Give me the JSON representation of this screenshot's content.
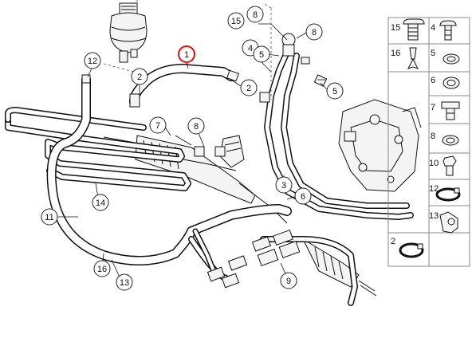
{
  "diagram": {
    "callouts": [
      {
        "id": "c1",
        "label": "1",
        "highlight": true
      },
      {
        "id": "c2a",
        "label": "2",
        "highlight": false
      },
      {
        "id": "c2b",
        "label": "2",
        "highlight": false
      },
      {
        "id": "c3",
        "label": "3",
        "highlight": false
      },
      {
        "id": "c4",
        "label": "4",
        "highlight": false
      },
      {
        "id": "c5a",
        "label": "5",
        "highlight": false
      },
      {
        "id": "c5b",
        "label": "5",
        "highlight": false
      },
      {
        "id": "c6",
        "label": "6",
        "highlight": false
      },
      {
        "id": "c7",
        "label": "7",
        "highlight": false
      },
      {
        "id": "c8a",
        "label": "8",
        "highlight": false
      },
      {
        "id": "c8b",
        "label": "8",
        "highlight": false
      },
      {
        "id": "c8c",
        "label": "8",
        "highlight": false
      },
      {
        "id": "c9",
        "label": "9",
        "highlight": false
      },
      {
        "id": "c11",
        "label": "11",
        "highlight": false
      },
      {
        "id": "c12",
        "label": "12",
        "highlight": false
      },
      {
        "id": "c13",
        "label": "13",
        "highlight": false
      },
      {
        "id": "c14",
        "label": "14",
        "highlight": false
      },
      {
        "id": "c15",
        "label": "15",
        "highlight": false
      },
      {
        "id": "c16",
        "label": "16",
        "highlight": false
      }
    ],
    "highlight_color": "#e01010"
  },
  "legend": {
    "cells": [
      {
        "label": "15",
        "icon": "bolt-with-washer-icon"
      },
      {
        "label": "4",
        "icon": "bolt-icon"
      },
      {
        "label": "16",
        "icon": "hose-clip-icon"
      },
      {
        "label": "5",
        "icon": "sealing-ring-icon"
      },
      {
        "label": "6",
        "icon": "hollow-bolt-ring-icon"
      },
      {
        "label": "7",
        "icon": "hollow-bolt-icon"
      },
      {
        "label": "8",
        "icon": "gasket-ring-icon"
      },
      {
        "label": "10",
        "icon": "hex-bolt-icon"
      },
      {
        "label": "12",
        "icon": "hose-clamp-icon"
      },
      {
        "label": "13",
        "icon": "mounting-bracket-icon"
      },
      {
        "label": "2",
        "icon": "hose-clamp-band-icon"
      }
    ]
  }
}
